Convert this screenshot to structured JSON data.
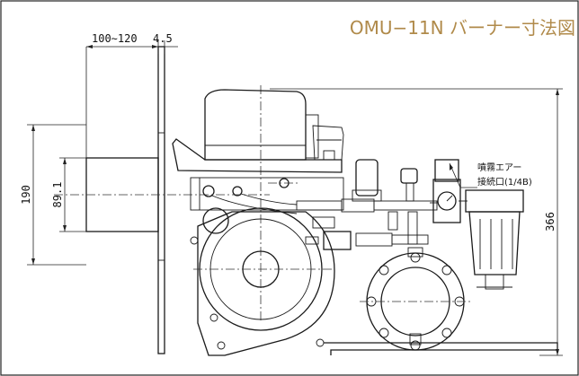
{
  "drawing": {
    "title": "OMU−11N バーナー寸法図",
    "dimensions": {
      "top_range": "100∼120",
      "top_small": "4.5",
      "left_outer": "190",
      "left_inner": "89.1",
      "right_height": "366"
    },
    "label": {
      "line1": "噴霧エアー",
      "line2": "接続口(1/4B)"
    }
  }
}
